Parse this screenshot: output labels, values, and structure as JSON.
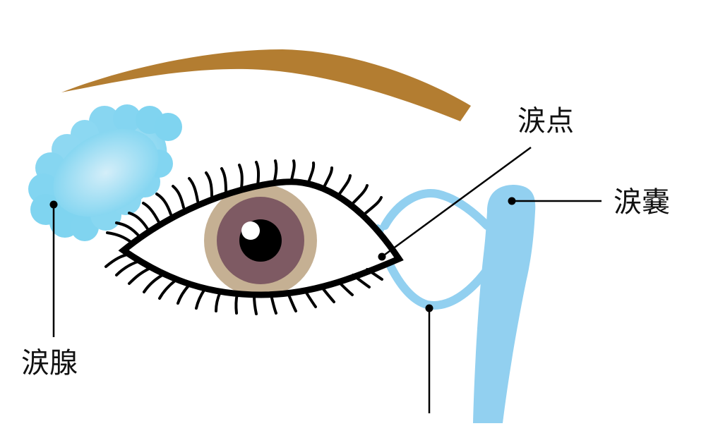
{
  "diagram": {
    "type": "anatomy-illustration",
    "subject": "lacrimal apparatus of the eye",
    "labels": {
      "lacrimal_gland": "涙腺",
      "lacrimal_punctum": "涙点",
      "lacrimal_sac": "涙嚢",
      "lacrimal_canaliculus": ""
    },
    "colors": {
      "eyebrow": "#b37d31",
      "gland": "#7fd4f0",
      "gland_center": "#d4eef9",
      "duct": "#92d0f0",
      "iris_outer": "#c5b093",
      "iris_inner": "#7e5a63",
      "pupil": "#000000",
      "caruncle": "#e99c8e",
      "outline": "#000000"
    }
  }
}
